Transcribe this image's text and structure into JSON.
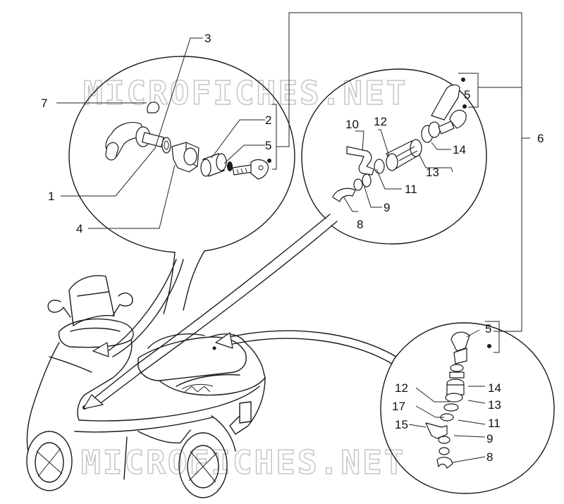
{
  "watermark": "MICROFICHES.NET",
  "callouts": {
    "c1": "1",
    "c2": "2",
    "c3": "3",
    "c4": "4",
    "c5a": "5",
    "c6": "6",
    "c7": "7",
    "m10": "10",
    "m12": "12",
    "m5": "5",
    "m14": "14",
    "m13": "13",
    "m11": "11",
    "m9": "9",
    "m8": "8",
    "b5": "5",
    "b12": "12",
    "b14": "14",
    "b13": "13",
    "b17": "17",
    "b11": "11",
    "b15": "15",
    "b9": "9",
    "b8": "8"
  }
}
